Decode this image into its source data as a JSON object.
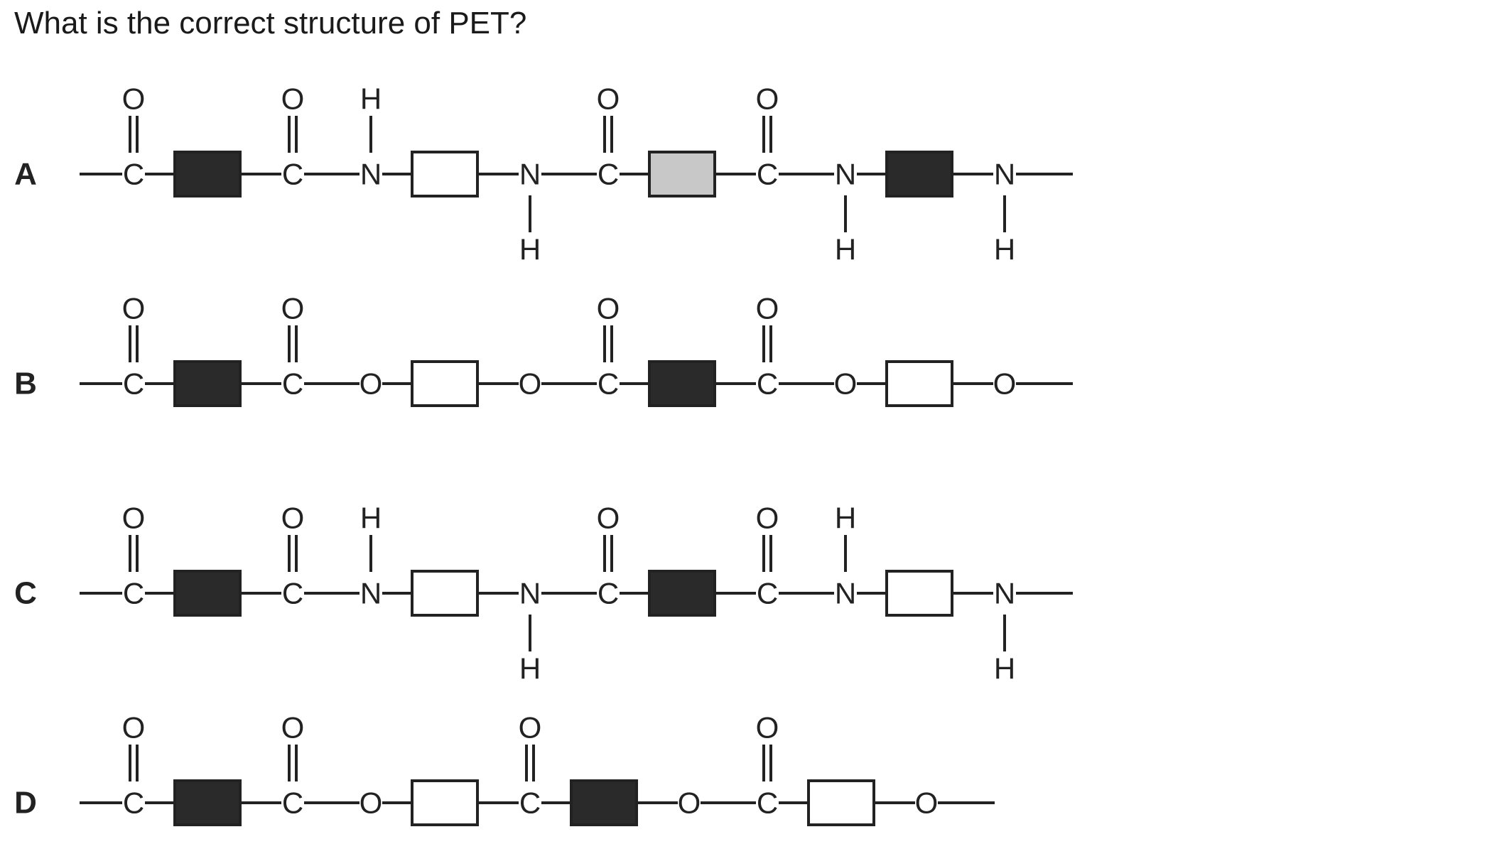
{
  "question": "What is the correct structure of PET?",
  "colors": {
    "ink": "#222222",
    "filled_block": "#2a2a2a",
    "open_block": "#ffffff",
    "grey_block": "#c8c8c8"
  },
  "options": [
    {
      "label": "A",
      "chain": [
        {
          "type": "atom",
          "symbol": "C",
          "up": "O"
        },
        {
          "type": "block",
          "fill": "filled"
        },
        {
          "type": "atom",
          "symbol": "C",
          "up": "O"
        },
        {
          "type": "atom",
          "symbol": "N",
          "up": "H"
        },
        {
          "type": "block",
          "fill": "open"
        },
        {
          "type": "atom",
          "symbol": "N",
          "down": "H"
        },
        {
          "type": "atom",
          "symbol": "C",
          "up": "O"
        },
        {
          "type": "block",
          "fill": "grey"
        },
        {
          "type": "atom",
          "symbol": "C",
          "up": "O"
        },
        {
          "type": "atom",
          "symbol": "N",
          "down": "H"
        },
        {
          "type": "block",
          "fill": "filled"
        },
        {
          "type": "atom",
          "symbol": "N",
          "down": "H"
        }
      ]
    },
    {
      "label": "B",
      "chain": [
        {
          "type": "atom",
          "symbol": "C",
          "up": "O"
        },
        {
          "type": "block",
          "fill": "filled"
        },
        {
          "type": "atom",
          "symbol": "C",
          "up": "O"
        },
        {
          "type": "atom",
          "symbol": "O"
        },
        {
          "type": "block",
          "fill": "open"
        },
        {
          "type": "atom",
          "symbol": "O"
        },
        {
          "type": "atom",
          "symbol": "C",
          "up": "O"
        },
        {
          "type": "block",
          "fill": "filled"
        },
        {
          "type": "atom",
          "symbol": "C",
          "up": "O"
        },
        {
          "type": "atom",
          "symbol": "O"
        },
        {
          "type": "block",
          "fill": "open"
        },
        {
          "type": "atom",
          "symbol": "O"
        }
      ]
    },
    {
      "label": "C",
      "chain": [
        {
          "type": "atom",
          "symbol": "C",
          "up": "O"
        },
        {
          "type": "block",
          "fill": "filled"
        },
        {
          "type": "atom",
          "symbol": "C",
          "up": "O"
        },
        {
          "type": "atom",
          "symbol": "N",
          "up": "H"
        },
        {
          "type": "block",
          "fill": "open"
        },
        {
          "type": "atom",
          "symbol": "N",
          "down": "H"
        },
        {
          "type": "atom",
          "symbol": "C",
          "up": "O"
        },
        {
          "type": "block",
          "fill": "filled"
        },
        {
          "type": "atom",
          "symbol": "C",
          "up": "O"
        },
        {
          "type": "atom",
          "symbol": "N",
          "up": "H"
        },
        {
          "type": "block",
          "fill": "open"
        },
        {
          "type": "atom",
          "symbol": "N",
          "down": "H"
        }
      ]
    },
    {
      "label": "D",
      "chain": [
        {
          "type": "atom",
          "symbol": "C",
          "up": "O"
        },
        {
          "type": "block",
          "fill": "filled"
        },
        {
          "type": "atom",
          "symbol": "C",
          "up": "O"
        },
        {
          "type": "atom",
          "symbol": "O"
        },
        {
          "type": "block",
          "fill": "open"
        },
        {
          "type": "atom",
          "symbol": "C",
          "up": "O"
        },
        {
          "type": "block",
          "fill": "filled"
        },
        {
          "type": "atom",
          "symbol": "O"
        },
        {
          "type": "atom",
          "symbol": "C",
          "up": "O"
        },
        {
          "type": "block",
          "fill": "open"
        },
        {
          "type": "atom",
          "symbol": "O"
        }
      ]
    }
  ]
}
